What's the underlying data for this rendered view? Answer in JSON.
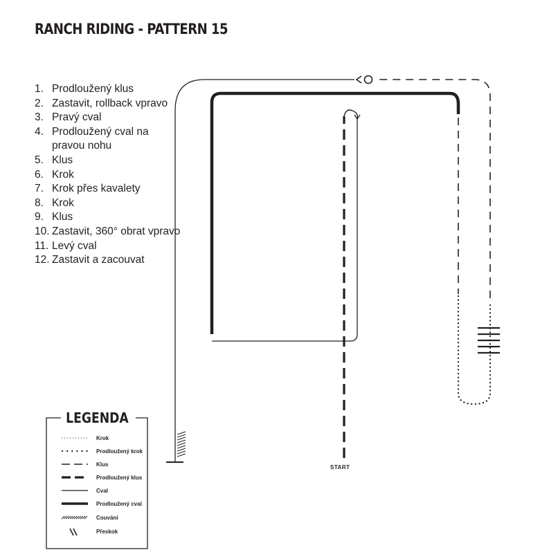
{
  "title": "RANCH RIDING - PATTERN 15",
  "steps": [
    {
      "num": "1.",
      "text": "Prodloužený klus"
    },
    {
      "num": "2.",
      "text": "Zastavit, rollback vpravo"
    },
    {
      "num": "3.",
      "text": "Pravý cval"
    },
    {
      "num": "4.",
      "text": "Prodloužený cval na pravou nohu"
    },
    {
      "num": "5.",
      "text": "Klus"
    },
    {
      "num": "6.",
      "text": "Krok"
    },
    {
      "num": "7.",
      "text": "Krok přes kavalety"
    },
    {
      "num": "8.",
      "text": "Krok"
    },
    {
      "num": "9.",
      "text": "Klus"
    },
    {
      "num": "10.",
      "text": "Zastavit, 360° obrat vpravo"
    },
    {
      "num": "11.",
      "text": "Levý cval"
    },
    {
      "num": "12.",
      "text": "Zastavit a zacouvat"
    }
  ],
  "start_label": "START",
  "legend": {
    "title": "LEGENDA",
    "items": [
      {
        "key": "krok",
        "label": "Krok"
      },
      {
        "key": "prodlouzeny-krok",
        "label": "Prodloužený krok"
      },
      {
        "key": "klus",
        "label": "Klus"
      },
      {
        "key": "prodlouzeny-klus",
        "label": "Prodloužený klus"
      },
      {
        "key": "cval",
        "label": "Cval"
      },
      {
        "key": "prodlouzeny-cval",
        "label": "Prodloužený cval"
      },
      {
        "key": "couvani",
        "label": "Couvání"
      },
      {
        "key": "preskok",
        "label": "Přeskok"
      }
    ]
  },
  "colors": {
    "ink": "#231f20",
    "background": "#ffffff"
  }
}
